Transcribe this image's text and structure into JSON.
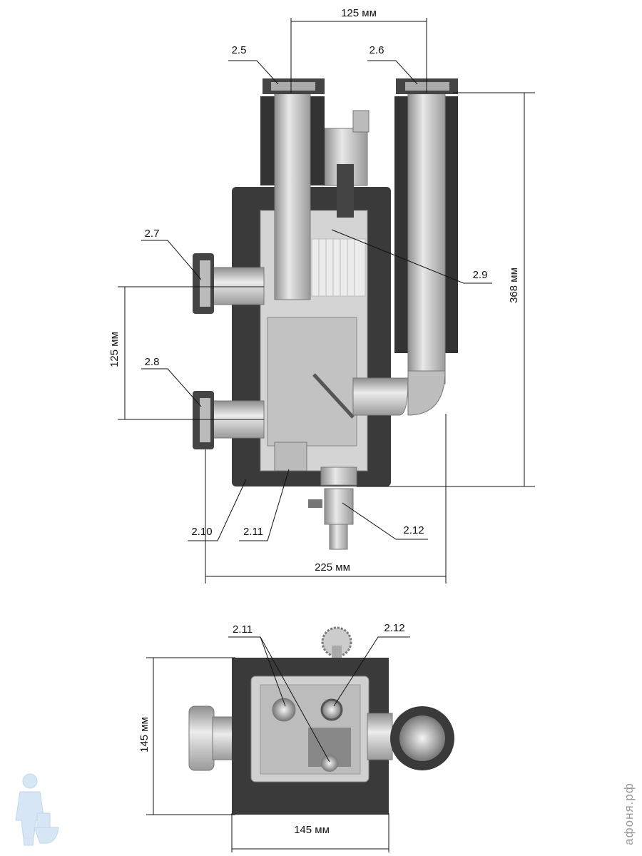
{
  "dimensions": {
    "top_spacing": "125 мм",
    "height": "368 мм",
    "side_spacing": "125 мм",
    "width": "225 мм",
    "bottom_depth": "145 мм",
    "bottom_width": "145 мм"
  },
  "front_labels": [
    "2.5",
    "2.6",
    "2.7",
    "2.8",
    "2.9",
    "2.10",
    "2.11",
    "2.12"
  ],
  "bottom_labels": [
    "2.11",
    "2.12"
  ],
  "watermark": "афоня.рф",
  "colors": {
    "insulation": "#3a3a3a",
    "metal": "#c8c8c8",
    "body": "#d6d6d6",
    "line": "#111111"
  }
}
